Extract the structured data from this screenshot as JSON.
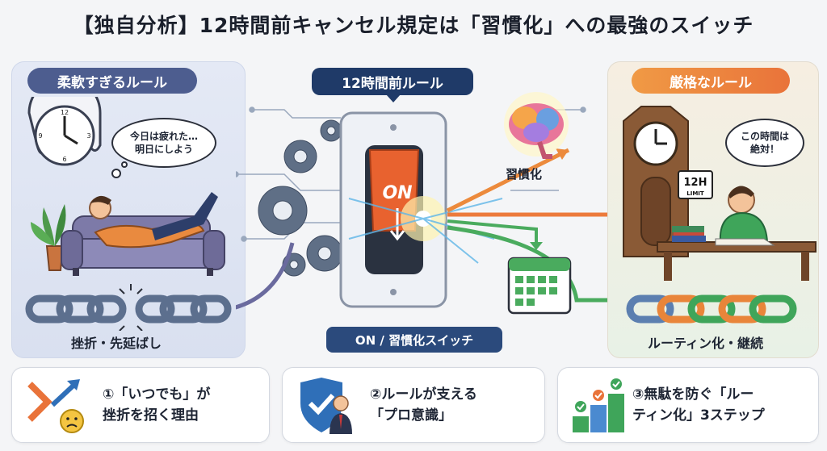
{
  "title": "【独自分析】12時間前キャンセル規定は「習慣化」への最強のスイッチ",
  "left_panel": {
    "header": "柔軟すぎるルール",
    "thought": [
      "今日は疲れた…",
      "明日にしよう"
    ],
    "caption": "挫折・先延ばし"
  },
  "center": {
    "header": "12時間前ルール",
    "switch_label": "ON",
    "habit_label": "習慣化",
    "footer": "ON / 習慣化スイッチ"
  },
  "right_panel": {
    "header": "厳格なルール",
    "thought": [
      "この時間は",
      "絶対！"
    ],
    "sign_main": "12H",
    "sign_sub": "LIMIT",
    "caption": "ルーティン化・継続"
  },
  "bottom_cards": [
    {
      "line1": "①「いつでも」が",
      "line2": "挫折を招く理由",
      "icon": "broken-arrow-sad-face-icon"
    },
    {
      "line1": "②ルールが支える",
      "line2": "「プロ意識」",
      "icon": "shield-check-businessman-icon"
    },
    {
      "line1": "③無駄を防ぐ「ルー",
      "line2": "ティン化」3ステップ",
      "icon": "growth-steps-icon"
    }
  ],
  "colors": {
    "left_accent": "#4d5d8f",
    "right_accent": "#e9733a",
    "center_accent": "#1f3a68",
    "switch": "#e8622f",
    "chain_gray": "#5c6f8e",
    "chain_orange": "#e9853a",
    "chain_green": "#3fa55a"
  }
}
